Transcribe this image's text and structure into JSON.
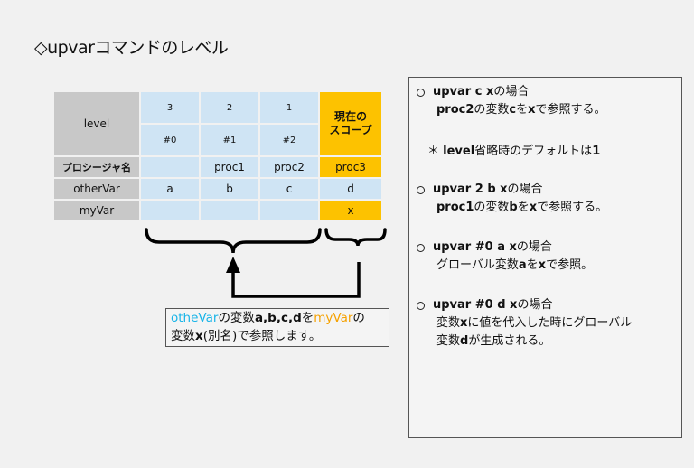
{
  "title": "◇upvarコマンドのレベル",
  "table": {
    "level_label": "level",
    "levels": [
      "3",
      "2",
      "1"
    ],
    "frames": [
      "#0",
      "#1",
      "#2"
    ],
    "current_scope": "現在の\nスコープ",
    "proc_label": "プロシージャ名",
    "procs": [
      "",
      "proc1",
      "proc2",
      "proc3"
    ],
    "othervar_label": "otherVar",
    "othervars": [
      "a",
      "b",
      "c",
      "d"
    ],
    "myvar_label": "myVar",
    "myvars": [
      "",
      "",
      "",
      "x"
    ]
  },
  "note": {
    "part1": "otheVar",
    "part2": "の変数",
    "part3": "a,b,c,d",
    "part4": "を",
    "part5": "myVar",
    "part6": "の",
    "part7": "変数",
    "part8": "x",
    "part9": "(別名)で参照します。"
  },
  "panel": {
    "item1_cmd": "upvar c x",
    "item1_tail": " の場合",
    "item1_desc_a": "proc2",
    "item1_desc_b": "の変数",
    "item1_desc_c": "c",
    "item1_desc_d": "を",
    "item1_desc_e": "x",
    "item1_desc_f": "で参照する。",
    "remark_a": "＊ ",
    "remark_b": "level",
    "remark_c": "省略時のデフォルトは",
    "remark_d": "1",
    "item2_cmd": "upvar 2 b x",
    "item2_tail": " の場合",
    "item2_desc_a": "proc1",
    "item2_desc_b": "の変数",
    "item2_desc_c": "b",
    "item2_desc_d": "を",
    "item2_desc_e": "x",
    "item2_desc_f": "で参照する。",
    "item3_cmd": "upvar #0 a x",
    "item3_tail": " の場合",
    "item3_desc_a": "グローバル変数",
    "item3_desc_b": "a",
    "item3_desc_c": "を",
    "item3_desc_d": "x",
    "item3_desc_e": "で参照。",
    "item4_cmd": "upvar #0 d x",
    "item4_tail": "の場合",
    "item4_desc1_a": "変数",
    "item4_desc1_b": "x",
    "item4_desc1_c": "に値を代入した時にグローバル",
    "item4_desc2_a": "変数",
    "item4_desc2_b": "d",
    "item4_desc2_c": "が生成される。"
  },
  "colors": {
    "gray": "#c8c8c8",
    "blue": "#cfe4f4",
    "yellow": "#fdc200",
    "cyan": "#18b4e8",
    "orange": "#f5a100"
  }
}
